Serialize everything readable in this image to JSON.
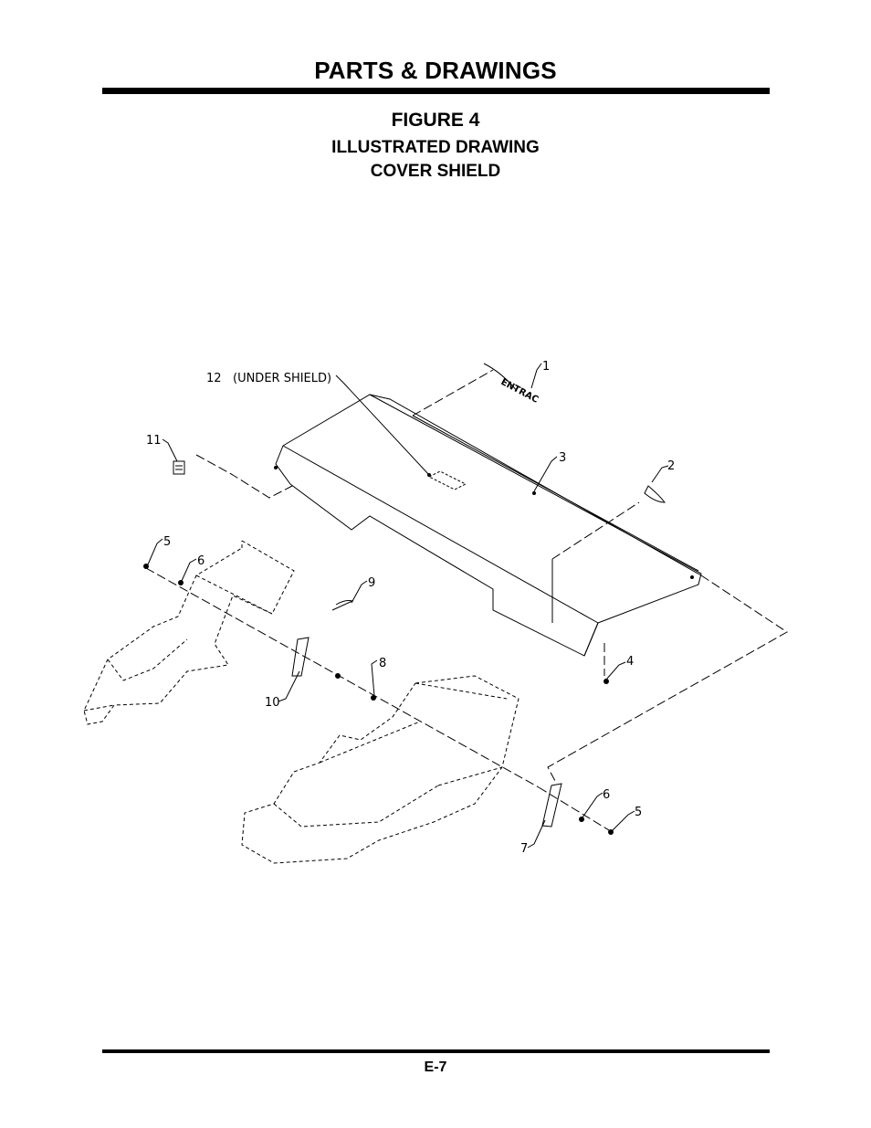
{
  "header": {
    "title": "PARTS & DRAWINGS"
  },
  "figure": {
    "number": "FIGURE 4",
    "subtitle_1": "ILLUSTRATED DRAWING",
    "subtitle_2": "COVER SHIELD"
  },
  "drawing": {
    "logo_text": "ENTRAC",
    "callouts": {
      "c1": "1",
      "c2": "2",
      "c3": "3",
      "c4": "4",
      "c5a": "5",
      "c5b": "5",
      "c6a": "6",
      "c6b": "6",
      "c7": "7",
      "c8": "8",
      "c9": "9",
      "c10": "10",
      "c11": "11",
      "c12": "12",
      "c12_note": "(UNDER SHIELD)"
    }
  },
  "footer": {
    "page_number": "E-7"
  }
}
